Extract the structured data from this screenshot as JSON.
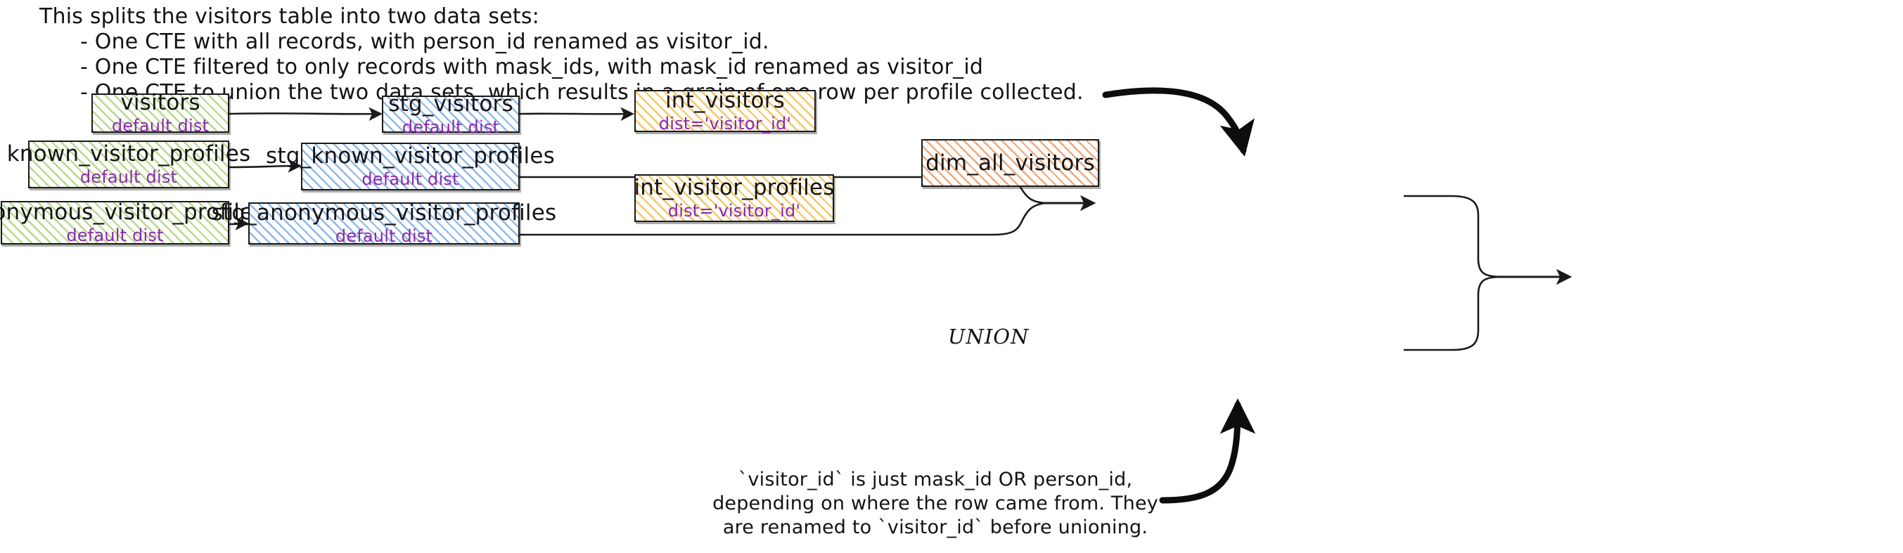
{
  "notes": {
    "top": [
      {
        "text": "This splits the visitors table into two data sets:",
        "indent": false
      },
      {
        "text": "- One CTE with all records, with person_id renamed as visitor_id.",
        "indent": true
      },
      {
        "text": "- One CTE filtered to only records with mask_ids, with mask_id renamed as visitor_id",
        "indent": true
      },
      {
        "text": "- One CTE to union the two data sets, which results in a grain of one row per profile collected.",
        "indent": true
      }
    ],
    "bottom": [
      {
        "text": "`visitor_id` is just mask_id OR person_id,"
      },
      {
        "text": "depending on where the row came from. They"
      },
      {
        "text": "are renamed to `visitor_id` before unioning."
      }
    ]
  },
  "labels": {
    "union": "UNION"
  },
  "colors": {
    "source_green": "#b7d98a",
    "staging_blue": "#8fb9e8",
    "intermediate_yellow": "#f3c865",
    "mart_orange": "#eda97c",
    "dist_text_purple": "#8c28b0",
    "stroke": "#1a1a1a",
    "background": "#ffffff"
  },
  "nodes": {
    "visitors": {
      "title": "visitors",
      "sub": "default dist"
    },
    "known_visitor_profiles": {
      "title": "known_visitor_profiles",
      "sub": "default dist"
    },
    "anonymous_visitor_profiles": {
      "title": "anonymous_visitor_profiles",
      "sub": "default dist"
    },
    "stg_visitors": {
      "title": "stg_visitors",
      "sub": "default dist"
    },
    "stg_known": {
      "title": "stg_known_visitor_profiles",
      "sub": "default dist"
    },
    "stg_anonymous": {
      "title": "stg_anonymous_visitor_profiles",
      "sub": "default dist"
    },
    "int_visitors": {
      "title": "int_visitors",
      "sub": "dist='visitor_id'"
    },
    "int_visitor_profiles": {
      "title": "int_visitor_profiles",
      "sub": "dist='visitor_id'"
    },
    "dim_all_visitors": {
      "title": "dim_all_visitors",
      "sub": ""
    }
  }
}
